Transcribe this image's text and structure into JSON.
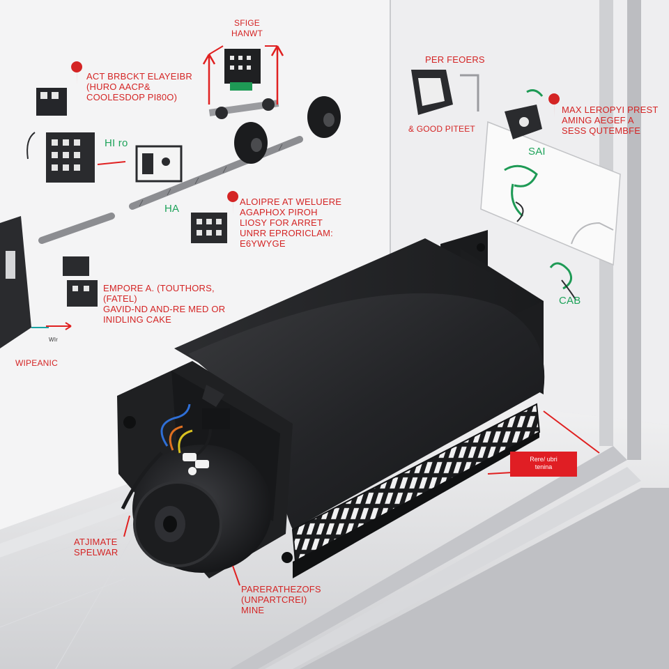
{
  "labels": {
    "top_center": "SFIGE\nHANWT",
    "top_left": "ACT BRBCKT ELAYEIBR\n(HURO AACP&\nCOOLESDOP PI80O)",
    "top_right": "PER FEOERS",
    "good_piteet": "& GOOD PITEET",
    "right_callout": "MAX LEROPYI PREST\nAMING AEGEF A\nSESS QUTEMBFE",
    "mid_callout": "ALOIPRE AT WELUERE\nAGAPHOX PIROH\nLIOSY FOR ARRET\nUNRR EPRORICLAM:\nE6YWYGE",
    "left_mid": "EMPORE A. (TOUTHORS,\n(FATEL)\nGAVID-ND AND-RE MED OR\nINIDLING CAKE",
    "wipeanc": "WIPEANIC",
    "bottom_left": "ATJIMATE\nSPELWAR",
    "bottom_center": "PARERATHEZOFS\n(UNPARTCREI)\nMINE",
    "tag_box": "Rere/ ubri\ntenina",
    "green_hi": "HI ro",
    "green_ha": "HA",
    "green_sai": "SAI",
    "green_cab": "CAB",
    "tiny_left": "WIr"
  },
  "colors": {
    "callout_red": "#d42424",
    "accent_green": "#1ea35a",
    "device_black": "#1e1f21"
  }
}
